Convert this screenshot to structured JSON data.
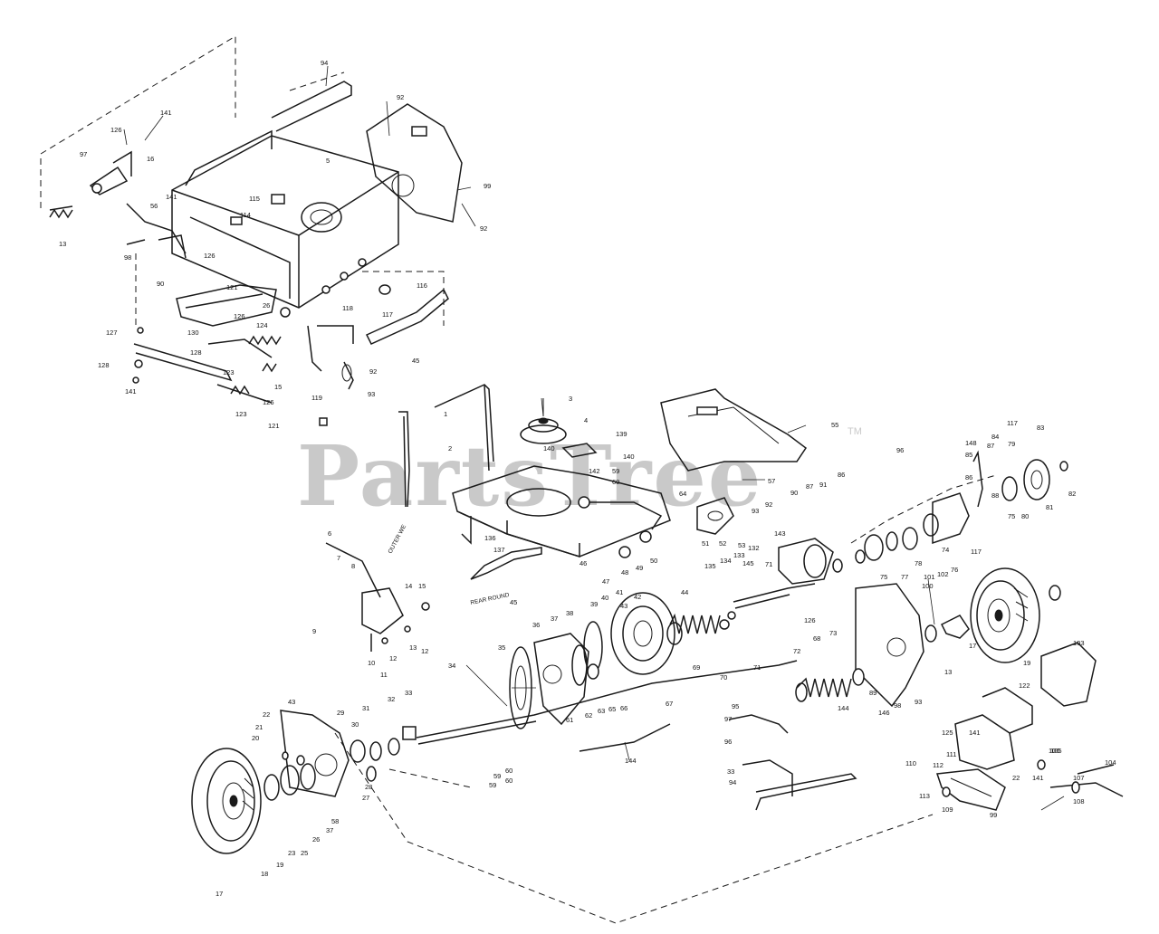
{
  "watermark": {
    "text": "PartsTree",
    "tm": "TM"
  },
  "stamps": {
    "outer": "OUTER WE",
    "round": "REAR ROUND"
  },
  "callouts": {
    "c1": "94",
    "c2": "141",
    "c3": "126",
    "c4": "16",
    "c5": "97",
    "c6": "5",
    "c7": "92",
    "c8": "99",
    "c9": "92",
    "c10": "13",
    "c11": "141",
    "c12": "115",
    "c13": "114",
    "c14": "56",
    "c15": "126",
    "c16": "98",
    "c17": "90",
    "c18": "121",
    "c19": "26",
    "c20": "116",
    "c21": "117",
    "c22": "118",
    "c23": "130",
    "c24": "126",
    "c25": "124",
    "c26": "127",
    "c27": "128",
    "c28": "128",
    "c29": "123",
    "c30": "15",
    "c31": "126",
    "c32": "119",
    "c33": "92",
    "c34": "93",
    "c35": "123",
    "c36": "121",
    "c37": "45",
    "c38": "3",
    "c39": "1",
    "c40": "2",
    "c41": "4",
    "c42": "139",
    "c43": "140",
    "c44": "140",
    "c45": "142",
    "c46": "59",
    "c47": "60",
    "c48": "55",
    "c49": "57",
    "c50": "136",
    "c51": "137",
    "c52": "45",
    "c53": "46",
    "c54": "47",
    "c55": "48",
    "c56": "49",
    "c57": "50",
    "c58": "6",
    "c59": "7",
    "c60": "8",
    "c61": "9",
    "c62": "10",
    "c63": "11",
    "c64": "12",
    "c65": "13",
    "c66": "14",
    "c67": "15",
    "c68": "12",
    "c69": "64",
    "c70": "51",
    "c71": "52",
    "c72": "53",
    "c73": "148",
    "c74": "84",
    "c75": "117",
    "c76": "83",
    "c77": "85",
    "c78": "86",
    "c79": "87",
    "c80": "79",
    "c81": "82",
    "c82": "88",
    "c83": "75",
    "c84": "80",
    "c85": "81",
    "c86": "96",
    "c87": "86",
    "c88": "87",
    "c89": "90",
    "c90": "91",
    "c91": "92",
    "c92": "93",
    "c93": "74",
    "c94": "76",
    "c95": "78",
    "c96": "77",
    "c97": "75",
    "c98": "117",
    "c99": "143",
    "c100": "132",
    "c101": "135",
    "c102": "134",
    "c103": "133",
    "c104": "145",
    "c105": "71",
    "c106": "126",
    "c107": "73",
    "c108": "72",
    "c109": "44",
    "c110": "70",
    "c111": "69",
    "c112": "71",
    "c113": "36",
    "c114": "37",
    "c115": "38",
    "c116": "39",
    "c117": "40",
    "c118": "41",
    "c119": "42",
    "c120": "43",
    "c121": "35",
    "c122": "34",
    "c123": "33",
    "c124": "32",
    "c125": "31",
    "c126": "30",
    "c127": "29",
    "c128": "43",
    "c129": "22",
    "c130": "21",
    "c131": "20",
    "c132": "28",
    "c133": "27",
    "c134": "17",
    "c135": "18",
    "c136": "19",
    "c137": "23",
    "c138": "25",
    "c139": "26",
    "c140": "37",
    "c141": "58",
    "c142": "59",
    "c143": "60",
    "c144": "61",
    "c145": "62",
    "c146": "63",
    "c147": "65",
    "c148": "66",
    "c149": "67",
    "c150": "68",
    "c151": "144",
    "c152": "89",
    "c153": "146",
    "c154": "98",
    "c155": "93",
    "c156": "100",
    "c157": "101",
    "c158": "102",
    "c159": "13",
    "c160": "17",
    "c161": "103",
    "c162": "19",
    "c163": "95",
    "c164": "97",
    "c165": "96",
    "c166": "33",
    "c167": "94",
    "c168": "125",
    "c169": "111",
    "c170": "141",
    "c171": "112",
    "c172": "110",
    "c173": "113",
    "c174": "109",
    "c175": "99",
    "c176": "22",
    "c177": "141",
    "c178": "105",
    "c179": "106",
    "c180": "107",
    "c181": "108",
    "c182": "122",
    "c183": "104",
    "c184": "60",
    "c185": "59",
    "c186": "144",
    "c187": "141"
  }
}
